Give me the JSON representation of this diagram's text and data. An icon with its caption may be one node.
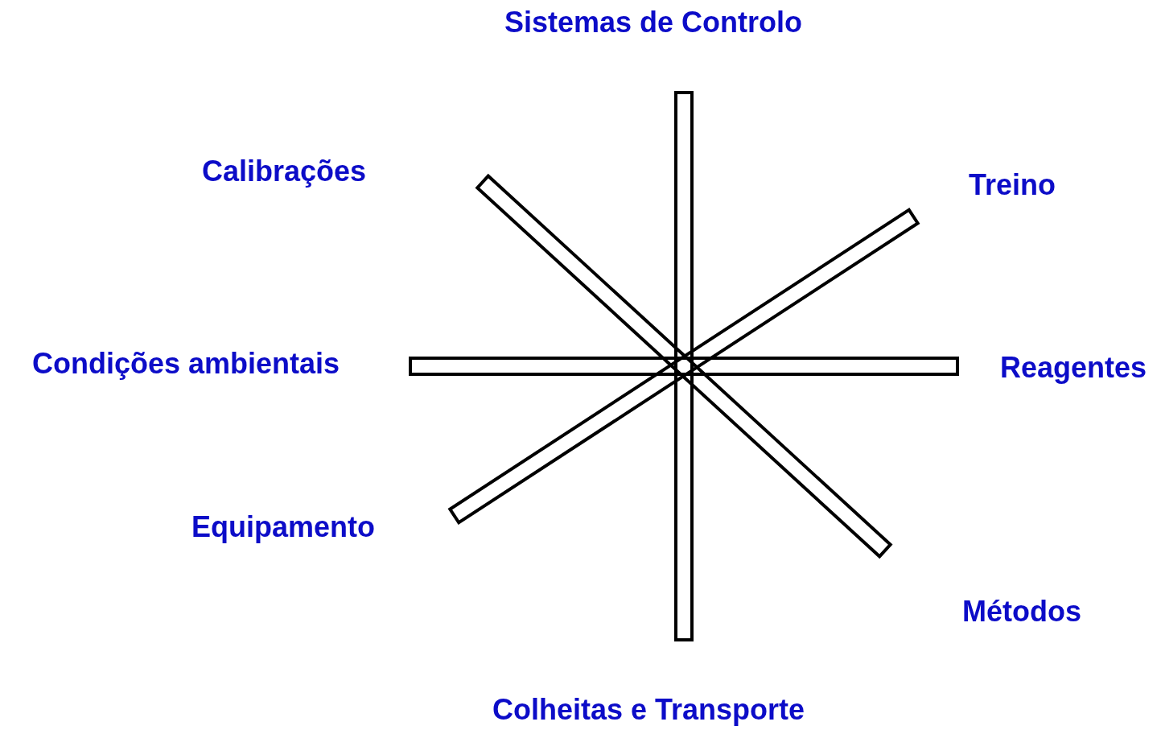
{
  "diagram": {
    "labels": [
      "Sistemas de Controlo",
      "Calibrações",
      "Treino",
      "Condições ambientais",
      "Reagentes",
      "Equipamento",
      "Métodos",
      "Colheitas e Transporte"
    ]
  }
}
